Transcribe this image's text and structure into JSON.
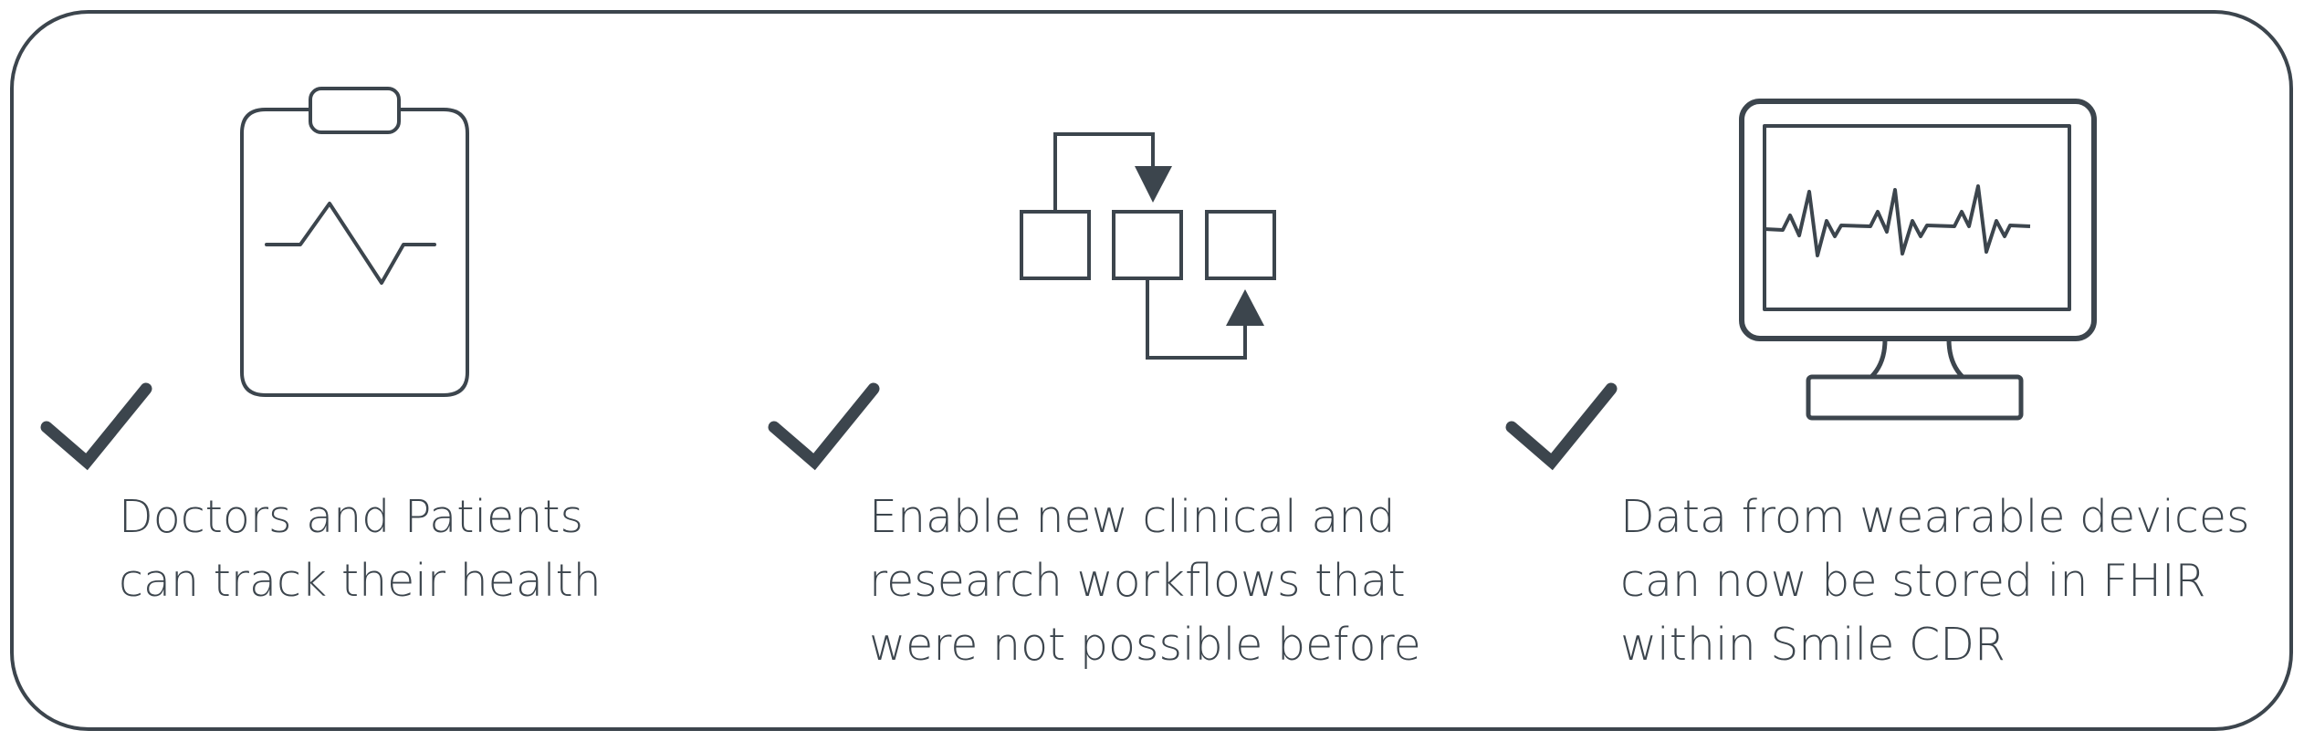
{
  "colors": {
    "ink": "#3c454d",
    "background": "#ffffff"
  },
  "features": [
    {
      "icon": "clipboard-pulse-icon",
      "caption_lines": [
        "Doctors and Patients",
        "can track their health"
      ]
    },
    {
      "icon": "workflow-icon",
      "caption_lines": [
        "Enable new clinical and",
        "research workflows that",
        "were not possible before"
      ]
    },
    {
      "icon": "monitor-ecg-icon",
      "caption_lines": [
        "Data from wearable devices",
        "can now be stored in FHIR",
        "within Smile CDR"
      ]
    }
  ]
}
